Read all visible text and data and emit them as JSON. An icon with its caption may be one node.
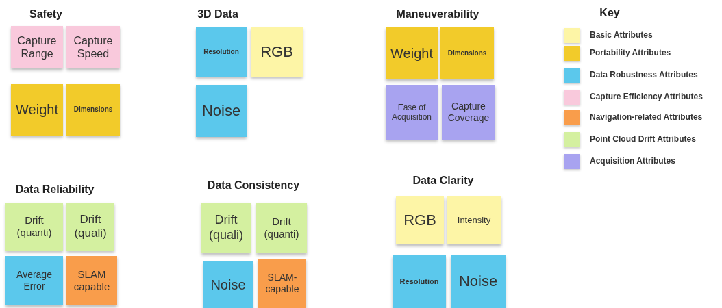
{
  "diagram": {
    "nodes": [
      {
        "text": [
          "Capture Range"
        ]
      },
      {
        "text": [
          "Capture Speed"
        ]
      },
      {
        "text": [
          "Weight"
        ]
      },
      {
        "text": [
          "Dimensions"
        ]
      },
      {
        "text": [
          "Resolution"
        ]
      },
      {
        "text": [
          "RGB"
        ]
      },
      {
        "text": [
          "Noise"
        ]
      },
      {
        "text": [
          "Weight"
        ]
      },
      {
        "text": [
          "Dimensions"
        ]
      },
      {
        "text": [
          "Ease of Acquisition"
        ]
      },
      {
        "text": [
          "Capture Coverage"
        ]
      },
      {
        "text": [
          "Drift (quanti)"
        ]
      },
      {
        "text": [
          "Drift (quali)"
        ]
      },
      {
        "text": [
          "Average Error"
        ]
      },
      {
        "text": [
          "SLAM capable"
        ]
      },
      {
        "text": [
          "Drift (quali)"
        ]
      },
      {
        "text": [
          "Drift (quanti)"
        ]
      },
      {
        "text": [
          "Noise"
        ]
      },
      {
        "text": [
          "SLAM- capable"
        ]
      },
      {
        "text": [
          "RGB"
        ]
      },
      {
        "text": [
          "Intensity"
        ]
      },
      {
        "text": [
          "Resolution"
        ]
      },
      {
        "text": [
          "Noise"
        ]
      }
    ],
    "labels": [
      "Safety",
      "3D Data",
      "Maneuverability",
      "Key",
      "Data Reliability",
      "Data Consistency",
      "Data Clarity"
    ],
    "legend": [
      {
        "text": "Basic Attributes",
        "color": "#fdf5a6"
      },
      {
        "text": "Portability Attributes",
        "color": "#f2cb2a"
      },
      {
        "text": "Data Robustness Attributes",
        "color": "#5bc8ec"
      },
      {
        "text": "Capture Efficiency Attributes",
        "color": "#f9c9dc"
      },
      {
        "text": "Navigation-related Attributes",
        "color": "#f99d4b"
      },
      {
        "text": "Point Cloud Drift Attributes",
        "color": "#d4f0a0"
      },
      {
        "text": "Acquisition Attributes",
        "color": "#a8a3f0"
      }
    ]
  }
}
